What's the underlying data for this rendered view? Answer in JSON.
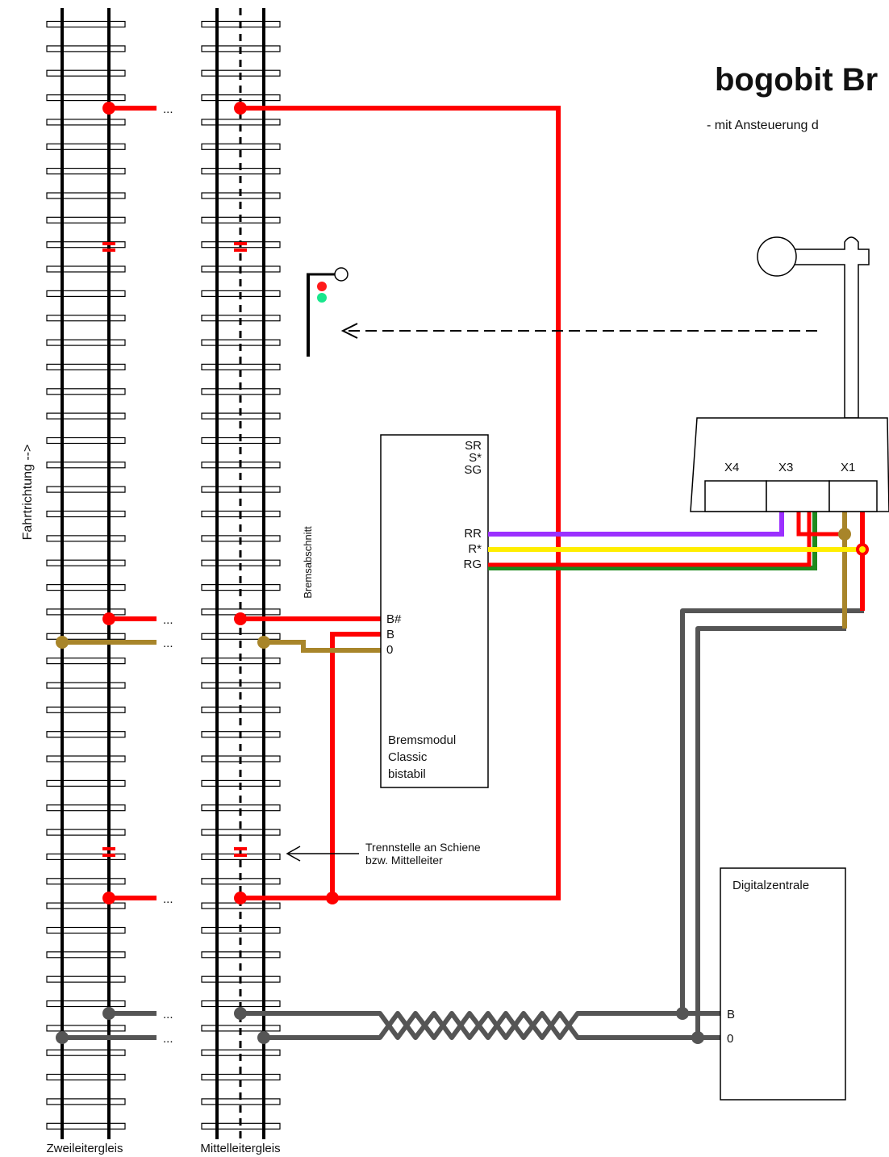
{
  "header": {
    "title": "bogobit Br",
    "subtitle": "- mit Ansteuerung d"
  },
  "labels": {
    "direction": "Fahrtrichtung -->",
    "brake_section": "Bremsabschnitt",
    "separation_note_line1": "Trennstelle an Schiene",
    "separation_note_line2": "bzw. Mittelleiter",
    "two_rail_track": "Zweileitergleis",
    "center_rail_track": "Mittelleitergleis",
    "ellipsis": "..."
  },
  "brake_module": {
    "name_line1": "Bremsmodul",
    "name_line2": "Classic",
    "name_line3": "bistabil",
    "terminals_signal": [
      "SR",
      "S*",
      "SG"
    ],
    "terminals_relay": [
      "RR",
      "R*",
      "RG"
    ],
    "terminals_track": [
      "B#",
      "B",
      "0"
    ]
  },
  "signal_base": {
    "connectors": [
      "X4",
      "X3",
      "X1"
    ]
  },
  "central_unit": {
    "name": "Digitalzentrale",
    "terminals": [
      "B",
      "0"
    ]
  },
  "colors": {
    "red": "#ff0000",
    "brown": "#a8852a",
    "purple": "#9b30ff",
    "yellow": "#ffee00",
    "green": "#1e8a1e",
    "gray": "#555555",
    "signal_red": "#ff1a1a",
    "signal_green": "#19e68c"
  }
}
